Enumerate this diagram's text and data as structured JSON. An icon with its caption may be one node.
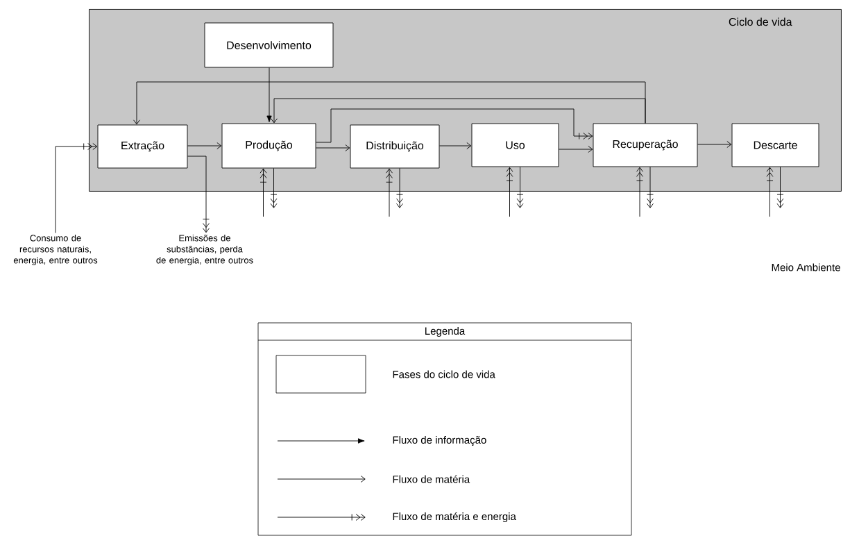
{
  "diagram": {
    "nodes": [
      {
        "text": [
          "Ciclo de vida"
        ]
      },
      {
        "text": [
          "Desenvolvimento"
        ],
        "in": 0
      },
      {
        "text": [
          "Extração"
        ],
        "in": 0
      },
      {
        "text": [
          "Produção"
        ],
        "in": 0
      },
      {
        "text": [
          "Distribuição"
        ],
        "in": 0
      },
      {
        "text": [
          "Uso"
        ],
        "in": 0
      },
      {
        "text": [
          "Recuperação"
        ],
        "in": 0
      },
      {
        "text": [
          "Descarte"
        ],
        "in": 0
      },
      {
        "text": [
          "Consumo de recursos naturais, energia, entre outros"
        ]
      },
      {
        "text": [
          "Emissões de substâncias, perda de energia, entre outros"
        ]
      }
    ],
    "edges": [
      {
        "from": 8,
        "to": 2,
        "arrow": "to"
      },
      {
        "from": 2,
        "to": 9,
        "arrow": "to"
      },
      {
        "from": 2,
        "to": 3,
        "arrow": "to"
      },
      {
        "from": 1,
        "to": 3,
        "arrow": "to"
      },
      {
        "from": 6,
        "to": 2,
        "arrow": "to"
      },
      {
        "from": 6,
        "to": 3,
        "arrow": "to"
      },
      {
        "from": 3,
        "to": 6,
        "arrow": "to"
      },
      {
        "from": 3,
        "to": 4,
        "arrow": "to"
      },
      {
        "from": 4,
        "to": 5,
        "arrow": "to"
      },
      {
        "from": 5,
        "to": 6,
        "arrow": "to"
      },
      {
        "from": 6,
        "to": 7,
        "arrow": "to"
      },
      {
        "from": null,
        "to": 3,
        "arrow": "to"
      },
      {
        "from": 3,
        "to": null,
        "arrow": "to"
      },
      {
        "from": null,
        "to": 4,
        "arrow": "to"
      },
      {
        "from": 4,
        "to": null,
        "arrow": "to"
      },
      {
        "from": null,
        "to": 5,
        "arrow": "to"
      },
      {
        "from": 5,
        "to": null,
        "arrow": "to"
      },
      {
        "from": null,
        "to": 6,
        "arrow": "to"
      },
      {
        "from": 6,
        "to": null,
        "arrow": "to"
      },
      {
        "from": null,
        "to": 7,
        "arrow": "to"
      },
      {
        "from": 7,
        "to": null,
        "arrow": "to"
      }
    ],
    "labels": [
      "Meio Ambiente",
      "Legenda"
    ],
    "legend": [
      {
        "text": "Fases do ciclo de vida"
      },
      {
        "text": "Fluxo de informação"
      },
      {
        "text": "Fluxo de matéria"
      },
      {
        "text": "Fluxo de matéria e energia"
      }
    ]
  }
}
